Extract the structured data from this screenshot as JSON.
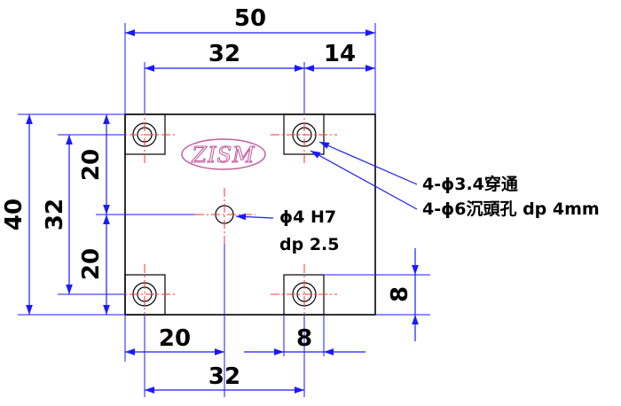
{
  "dimensions": {
    "overall_width": "50",
    "hole_spacing_x": "32",
    "edge_offset_x": "14",
    "overall_height": "40",
    "hole_spacing_y": "32",
    "center_offset_top": "20",
    "center_offset_bottom": "20",
    "pad_size_right": "8",
    "center_offset_left": "20",
    "pad_size_bottom": "8",
    "hole_spacing_x_bottom": "32"
  },
  "logo": {
    "text": "ZISM",
    "color": "#c0559e"
  },
  "notes": {
    "through_hole": "4-ϕ3.4穿通",
    "counterbore": "4-ϕ6沉頭孔 dp 4mm",
    "center_hole_line1": "ϕ4 H7",
    "center_hole_line2": "dp 2.5"
  },
  "colors": {
    "dimension": "#1a1aff",
    "centerline": "#ff3333",
    "outline": "#000000"
  }
}
